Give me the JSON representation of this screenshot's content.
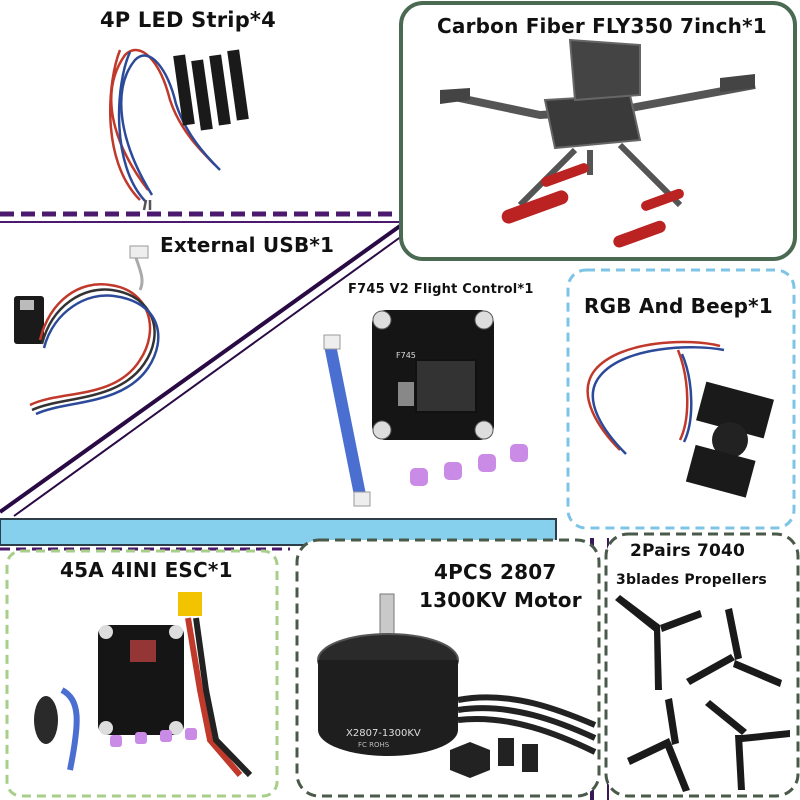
{
  "labels": {
    "led_strip": "4P LED Strip*4",
    "frame": "Carbon Fiber FLY350 7inch*1",
    "usb": "External USB*1",
    "flight_control": "F745 V2 Flight Control*1",
    "rgb_beep": "RGB And Beep*1",
    "esc": "45A 4INI ESC*1",
    "motor_line1": "4PCS 2807",
    "motor_line2": "1300KV Motor",
    "props_line1": "2Pairs 7040",
    "props_line2": "3blades Propellers"
  },
  "product_print": {
    "fc_model": "F745",
    "motor_model": "X2807-1300KV",
    "motor_marks": "FC ROHS"
  },
  "colors": {
    "purple_dash": "#4b1a6e",
    "frame_border": "#4a6a52",
    "rgb_border": "#7ec4e6",
    "cyan_bar": "#86d0ee",
    "esc_border": "#a8cf8a",
    "motor_border": "#4a5a4a",
    "props_border": "#4a5a4a"
  }
}
